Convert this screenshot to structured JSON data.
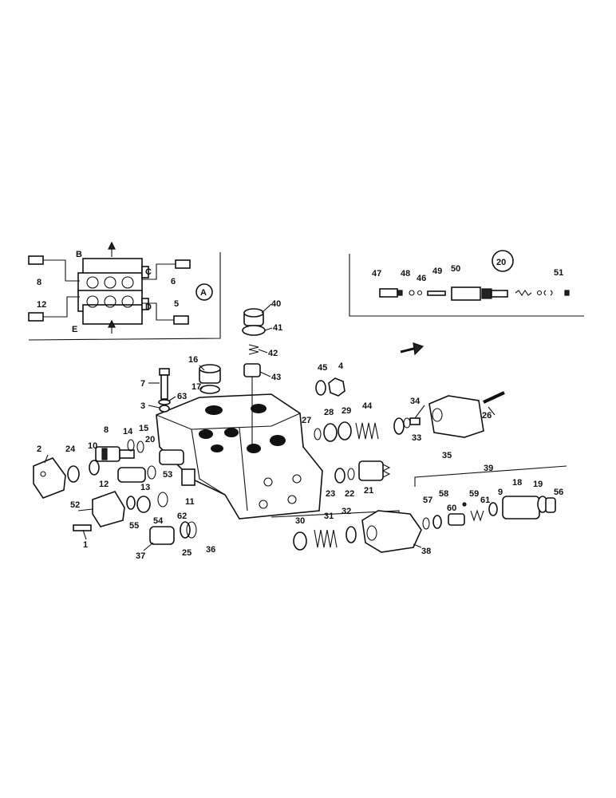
{
  "inset_a": {
    "badge": "A",
    "letters": [
      "B",
      "C",
      "D",
      "E"
    ],
    "labels": [
      "8",
      "6",
      "12",
      "5"
    ]
  },
  "inset_20": {
    "badge": "20",
    "labels": [
      "47",
      "48",
      "46",
      "49",
      "50",
      "51"
    ]
  },
  "main_labels": [
    "40",
    "41",
    "42",
    "43",
    "16",
    "17",
    "7",
    "63",
    "3",
    "45",
    "4",
    "8",
    "10",
    "14",
    "15",
    "20",
    "2",
    "24",
    "12",
    "13",
    "53",
    "27",
    "28",
    "29",
    "44",
    "34",
    "26",
    "33",
    "35",
    "23",
    "22",
    "21",
    "52",
    "55",
    "54",
    "62",
    "11",
    "1",
    "37",
    "25",
    "36",
    "39",
    "57",
    "58",
    "59",
    "9",
    "18",
    "19",
    "56",
    "60",
    "61",
    "30",
    "31",
    "32",
    "38"
  ]
}
